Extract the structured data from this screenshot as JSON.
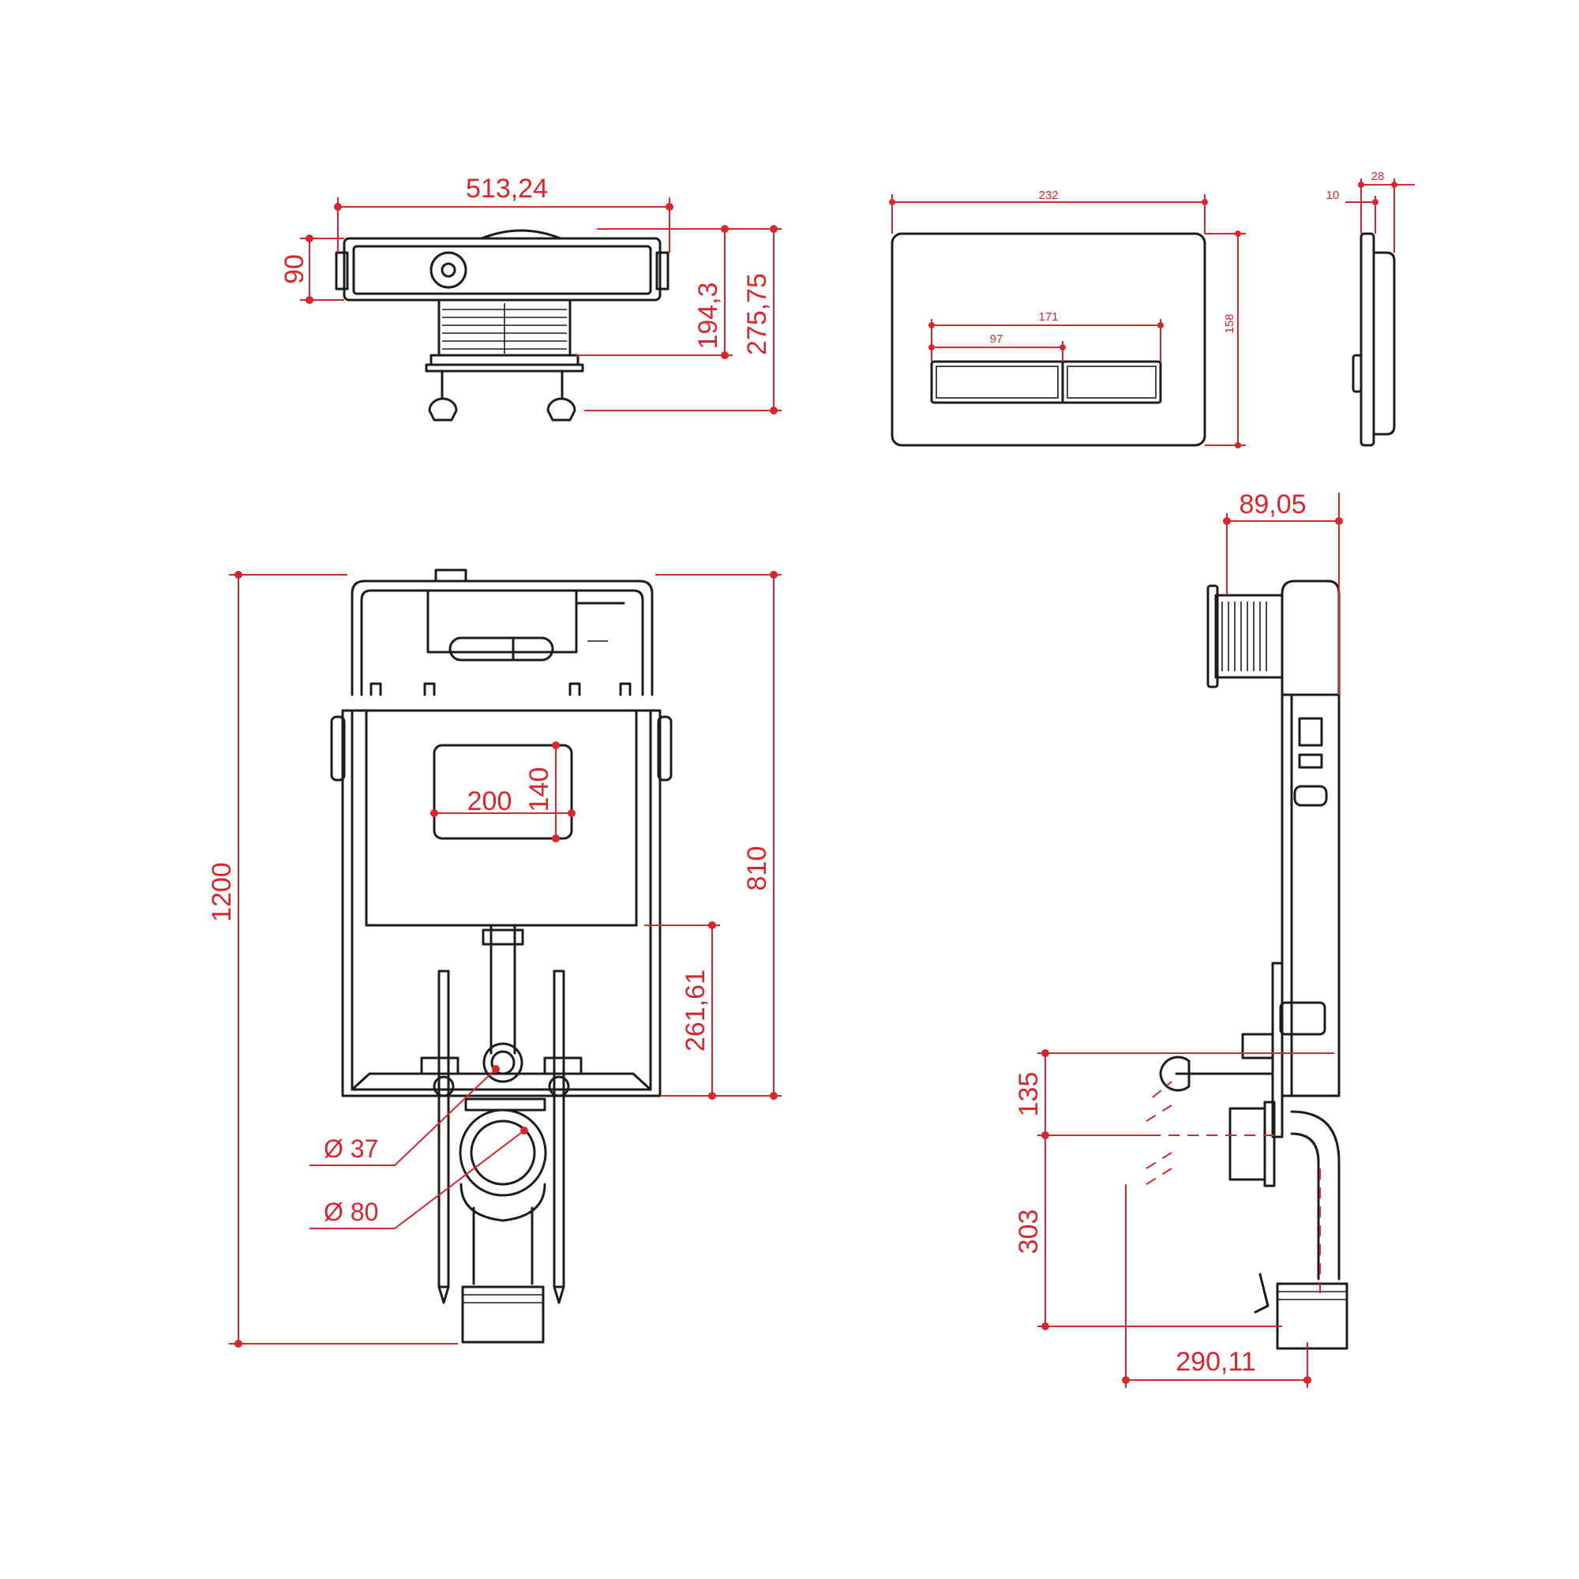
{
  "colors": {
    "dimension": "#d9262c",
    "outline": "#1c1c1c",
    "background": "#ffffff"
  },
  "top_view": {
    "width": "513,24",
    "depth_frame": "90",
    "depth_feet": "194,3",
    "depth_total": "275,75"
  },
  "button_plate_front": {
    "width": "232",
    "height": "158",
    "buttons_width": "171",
    "small_button_width": "97"
  },
  "button_plate_side": {
    "plate_thickness": "10",
    "total_depth": "28"
  },
  "front_view": {
    "overall_height": "1200",
    "frame_height": "810",
    "opening_width": "200",
    "opening_height": "140",
    "lower_section": "261,61",
    "water_inlet_diameter": "Ø 37",
    "outlet_diameter": "Ø 80"
  },
  "side_view": {
    "flush_depth": "89,05",
    "bolt_spacing": "135",
    "outlet_height": "303",
    "outlet_distance": "290,11"
  }
}
